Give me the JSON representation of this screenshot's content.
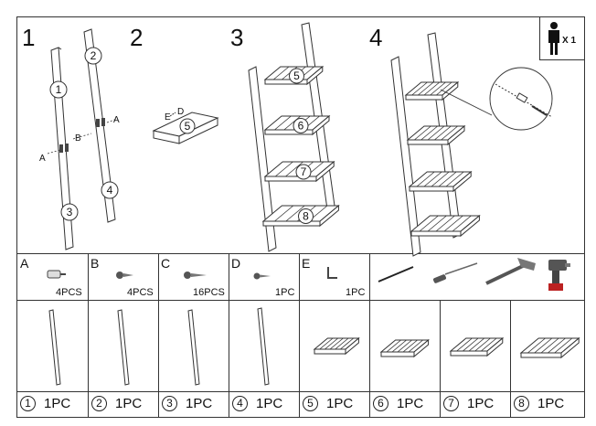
{
  "steps": [
    "1",
    "2",
    "3",
    "4"
  ],
  "people_badge": "X 1",
  "step1_callouts": {
    "part1": "1",
    "part2": "2",
    "part3": "3",
    "part4": "4",
    "a_left": "A",
    "a_right": "A",
    "b": "B"
  },
  "step2_callouts": {
    "part5": "5",
    "e": "E",
    "d": "D"
  },
  "step3_callouts": [
    "5",
    "6",
    "7",
    "8"
  ],
  "hardware": [
    {
      "letter": "A",
      "qty": "4PCS",
      "icon": "dowel-pin-icon"
    },
    {
      "letter": "B",
      "qty": "4PCS",
      "icon": "short-screw-icon"
    },
    {
      "letter": "C",
      "qty": "16PCS",
      "icon": "long-screw-icon"
    },
    {
      "letter": "D",
      "qty": "1PC",
      "icon": "wall-screw-icon"
    },
    {
      "letter": "E",
      "qty": "1PC",
      "icon": "l-bracket-icon"
    }
  ],
  "tools": [
    "awl-icon",
    "screwdriver-icon",
    "hammer-icon",
    "power-drill-icon"
  ],
  "parts": [
    {
      "num": "1",
      "qty": "1PC"
    },
    {
      "num": "2",
      "qty": "1PC"
    },
    {
      "num": "3",
      "qty": "1PC"
    },
    {
      "num": "4",
      "qty": "1PC"
    },
    {
      "num": "5",
      "qty": "1PC"
    },
    {
      "num": "6",
      "qty": "1PC"
    },
    {
      "num": "7",
      "qty": "1PC"
    },
    {
      "num": "8",
      "qty": "1PC"
    }
  ]
}
